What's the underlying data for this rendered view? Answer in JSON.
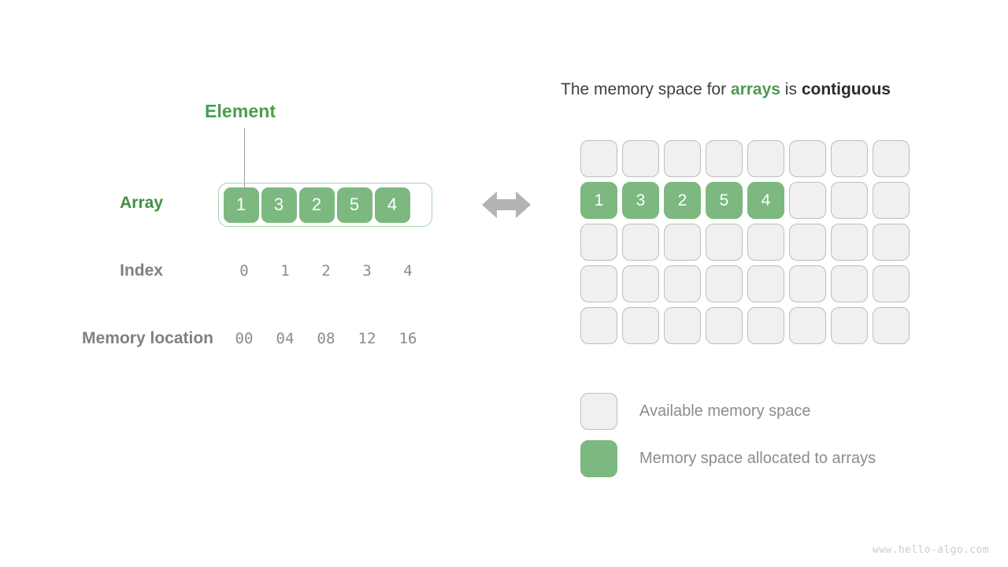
{
  "colors": {
    "array_green": "#7cb87f",
    "label_green": "#3f9142",
    "title_green": "#4a9d4f",
    "container_border_green": "#a8d3ac",
    "empty_cell_fill": "#f0f0f0",
    "empty_cell_border": "#bdbdbd",
    "gray_text": "#8c8c8c",
    "dark_text": "#3f3f3f",
    "arrow_gray": "#b3b3b3",
    "connector_gray": "#9e9e9e",
    "watermark_gray": "#cccccc"
  },
  "left": {
    "element_label": "Element",
    "array_label": "Array",
    "index_label": "Index",
    "memory_label": "Memory location",
    "array_values": [
      "1",
      "3",
      "2",
      "5",
      "4"
    ],
    "index_values": [
      "0",
      "1",
      "2",
      "3",
      "4"
    ],
    "memory_values": [
      "00",
      "04",
      "08",
      "12",
      "16"
    ],
    "arrow_icon": "double-headed-horizontal-arrow"
  },
  "right": {
    "title": {
      "part1": "The memory space for ",
      "highlight_green": "arrays",
      "part2": " is ",
      "highlight_bold": "contiguous"
    },
    "grid": {
      "columns": 8,
      "rows": 5,
      "filled_row_index": 1,
      "filled_values": [
        "1",
        "3",
        "2",
        "5",
        "4"
      ]
    },
    "legend": [
      {
        "swatch": "empty",
        "label": "Available memory space"
      },
      {
        "swatch": "filled",
        "label": "Memory space allocated to arrays"
      }
    ]
  },
  "watermark": "www.hello-algo.com"
}
